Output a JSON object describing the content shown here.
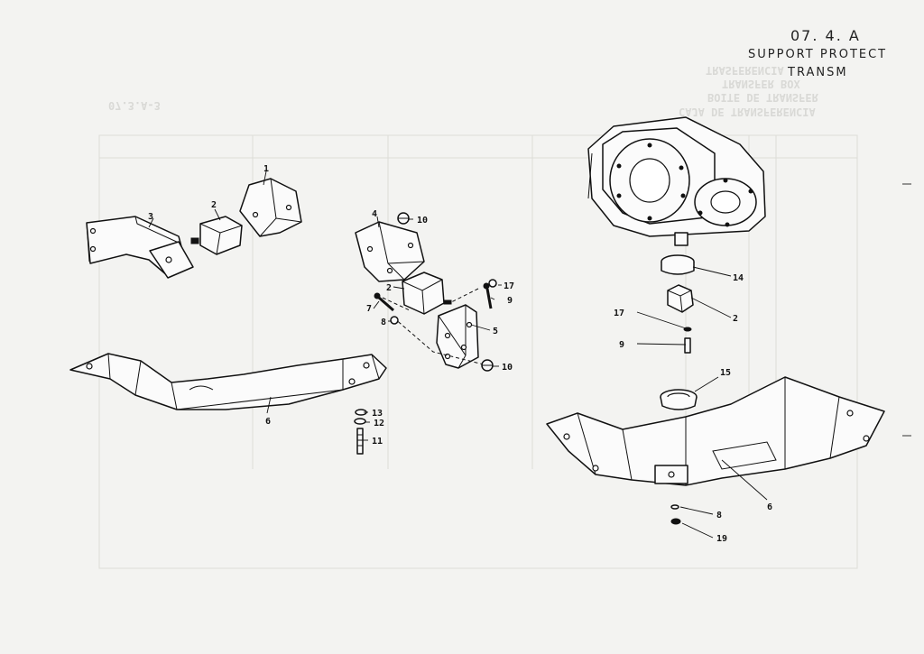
{
  "header": {
    "code": "07. 4. A",
    "note_line1": "SUPPORT PROTECT",
    "note_line2": "TRANSM"
  },
  "bleed_through": {
    "ref": "07.3.A-3",
    "title_es": "CAJA DE TRANSFERENCIA",
    "title_fr": "BOITE DE TRANSFER",
    "title_en": "TRANSFER BOX",
    "title_it": "TRASFERENCIA"
  },
  "callouts": {
    "c1": "1",
    "c2": "2",
    "c3": "3",
    "c4": "4",
    "c5": "5",
    "c6": "6",
    "c7": "7",
    "c8": "8",
    "c9": "9",
    "c10": "10",
    "c11": "11",
    "c12": "12",
    "c13": "13",
    "c14": "14",
    "c15": "15",
    "c17": "17",
    "c19": "19",
    "c2b": "2",
    "c6b": "6",
    "c8b": "8",
    "c9b": "9",
    "c10b": "10",
    "c17b": "17"
  }
}
